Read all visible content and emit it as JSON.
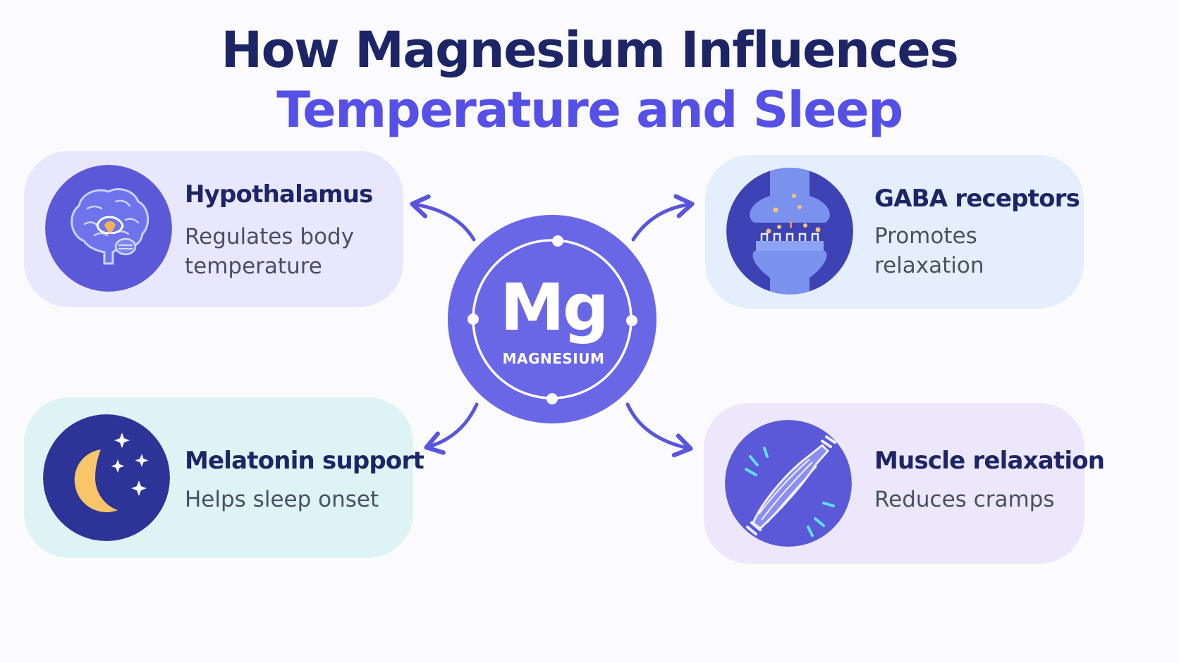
{
  "title": {
    "line1": "How Magnesium Influences",
    "line2": "Temperature and Sleep"
  },
  "center": {
    "symbol": "Mg",
    "name": "MAGNESIUM",
    "color": "#6a67e6"
  },
  "cards": {
    "hypothalamus": {
      "title": "Hypothalamus",
      "description": "Regulates body temperature",
      "icon": "brain-icon"
    },
    "gaba": {
      "title": "GABA receptors",
      "description": "Promotes relaxation",
      "icon": "synapse-icon"
    },
    "melatonin": {
      "title": "Melatonin support",
      "description": "Helps sleep onset",
      "icon": "moon-stars-icon"
    },
    "muscle": {
      "title": "Muscle relaxation",
      "description": "Reduces cramps",
      "icon": "muscle-icon"
    }
  },
  "colors": {
    "navy": "#1e2566",
    "accent": "#5650e6",
    "arrow": "#5a55dc"
  }
}
